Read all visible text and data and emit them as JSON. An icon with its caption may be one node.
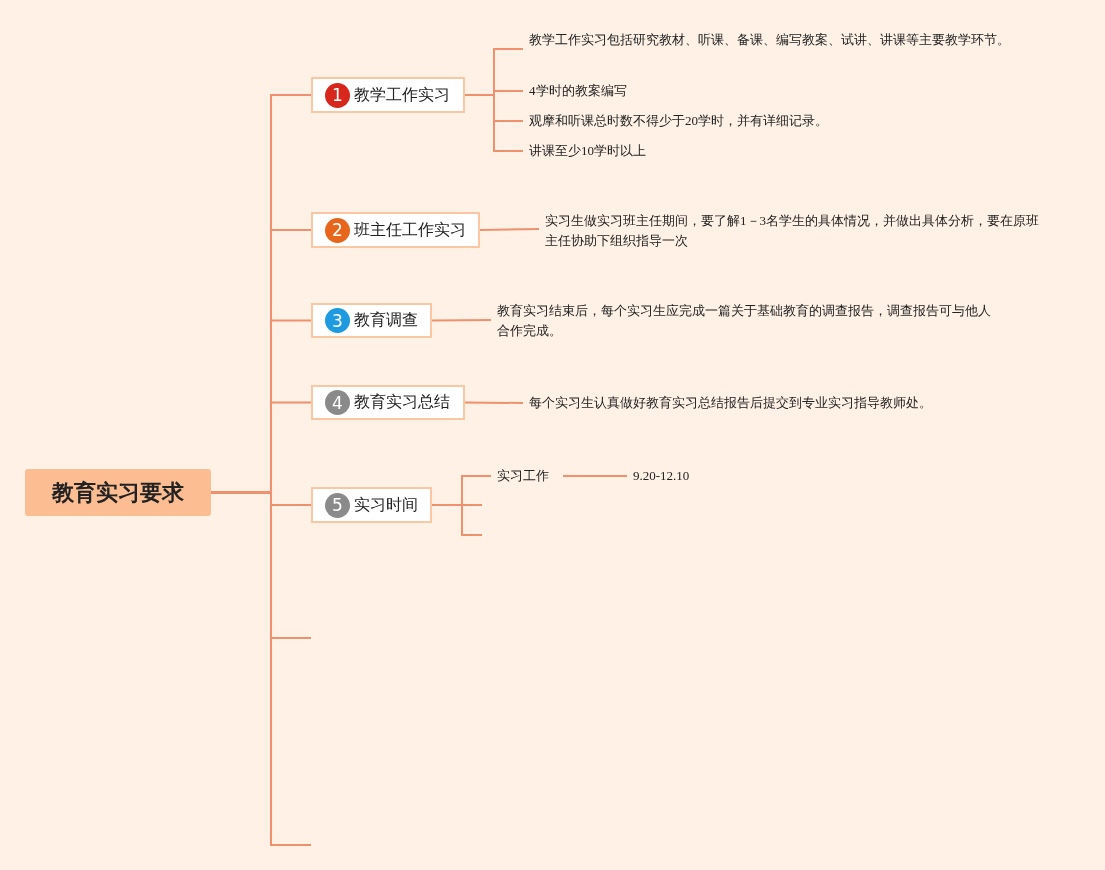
{
  "diagram": {
    "nodes": [
      {
        "text": [
          "教育实习要求"
        ]
      },
      {
        "text": [
          "1",
          "教学工作实习"
        ]
      },
      {
        "text": [
          "2",
          "班主任工作实习"
        ]
      },
      {
        "text": [
          "3",
          "教育调查"
        ]
      },
      {
        "text": [
          "4",
          "教育实习总结"
        ]
      },
      {
        "text": [
          "5",
          "实习时间"
        ]
      },
      {
        "text": [
          "教学工作实习包括研究教材、听课、备课、编写教案、试讲、讲课等主要教学环节。"
        ]
      },
      {
        "text": [
          "4学时的教案编写"
        ]
      },
      {
        "text": [
          "观摩和听课总时数不得少于20学时，并有详细记录。"
        ]
      },
      {
        "text": [
          "讲课至少10学时以上"
        ]
      },
      {
        "text": [
          "实习生做实习班主任期间，要了解1－3名学生的具体情况，并做出具体分析，要在原班主任协助下组织指导一次"
        ]
      },
      {
        "text": [
          "教育实习结束后，每个实习生应完成一篇关于基础教育的调查报告，调查报告可与他人合作完成。"
        ]
      },
      {
        "text": [
          "每个实习生认真做好教育实习总结报告后提交到专业实习指导教师处。"
        ]
      },
      {
        "text": [
          "实习工作"
        ]
      },
      {
        "text": [
          "9.20-12.10"
        ]
      }
    ],
    "edges": [
      {
        "from": 0,
        "to": 1,
        "arrow": "none"
      },
      {
        "from": 0,
        "to": 2,
        "arrow": "none"
      },
      {
        "from": 0,
        "to": 3,
        "arrow": "none"
      },
      {
        "from": 0,
        "to": 4,
        "arrow": "none"
      },
      {
        "from": 0,
        "to": 5,
        "arrow": "none"
      },
      {
        "from": 1,
        "to": 6,
        "arrow": "none"
      },
      {
        "from": 1,
        "to": 7,
        "arrow": "none"
      },
      {
        "from": 1,
        "to": 8,
        "arrow": "none"
      },
      {
        "from": 1,
        "to": 9,
        "arrow": "none"
      },
      {
        "from": 2,
        "to": 10,
        "arrow": "none"
      },
      {
        "from": 3,
        "to": 11,
        "arrow": "none"
      },
      {
        "from": 4,
        "to": 12,
        "arrow": "none"
      },
      {
        "from": 5,
        "to": 13,
        "arrow": "none"
      },
      {
        "from": 5,
        "to": null,
        "arrow": "none"
      },
      {
        "from": 5,
        "to": null,
        "arrow": "none"
      },
      {
        "from": 13,
        "to": 14,
        "arrow": "none"
      },
      {
        "from": 0,
        "to": null,
        "arrow": "none"
      },
      {
        "from": 0,
        "to": null,
        "arrow": "none"
      }
    ]
  }
}
